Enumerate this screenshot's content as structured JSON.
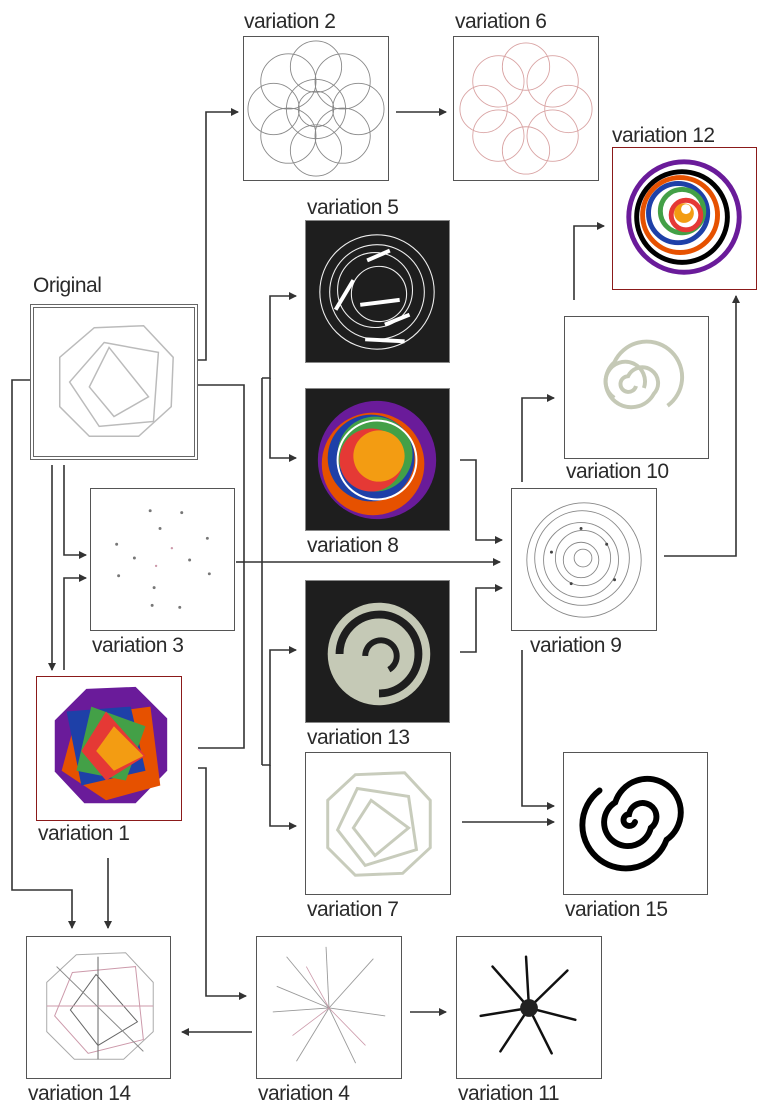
{
  "nodes": {
    "original": {
      "label": "Original",
      "desc_icon": "octagon-lines-icon"
    },
    "variation1": {
      "label": "variation 1",
      "desc_icon": "colored-octagon-icon"
    },
    "variation2": {
      "label": "variation 2",
      "desc_icon": "circles-icon"
    },
    "variation3": {
      "label": "variation 3",
      "desc_icon": "dots-icon"
    },
    "variation4": {
      "label": "variation 4",
      "desc_icon": "star-lines-icon"
    },
    "variation5": {
      "label": "variation 5",
      "desc_icon": "white-rings-icon"
    },
    "variation6": {
      "label": "variation 6",
      "desc_icon": "red-circles-icon"
    },
    "variation7": {
      "label": "variation 7",
      "desc_icon": "pale-rose-icon"
    },
    "variation8": {
      "label": "variation 8",
      "desc_icon": "colored-rings-icon"
    },
    "variation9": {
      "label": "variation 9",
      "desc_icon": "spiral-lines-icon"
    },
    "variation10": {
      "label": "variation 10",
      "desc_icon": "gray-spiral-icon"
    },
    "variation11": {
      "label": "variation 11",
      "desc_icon": "dark-star-icon"
    },
    "variation12": {
      "label": "variation 12",
      "desc_icon": "colored-spiral-icon"
    },
    "variation13": {
      "label": "variation 13",
      "desc_icon": "swirl-icon"
    },
    "variation14": {
      "label": "variation 14",
      "desc_icon": "overlay-octagon-icon"
    },
    "variation15": {
      "label": "variation 15",
      "desc_icon": "black-spiral-icon"
    }
  },
  "colors": {
    "wire": "#333333",
    "frame_highlight": "#8b1a1a",
    "dark_bg": "#1e1e1e",
    "purple": "#6a1b9a",
    "orange": "#f39c12",
    "red": "#e53935",
    "green": "#43a047",
    "blue": "#1e40a8",
    "sage": "#c5c9b6"
  }
}
